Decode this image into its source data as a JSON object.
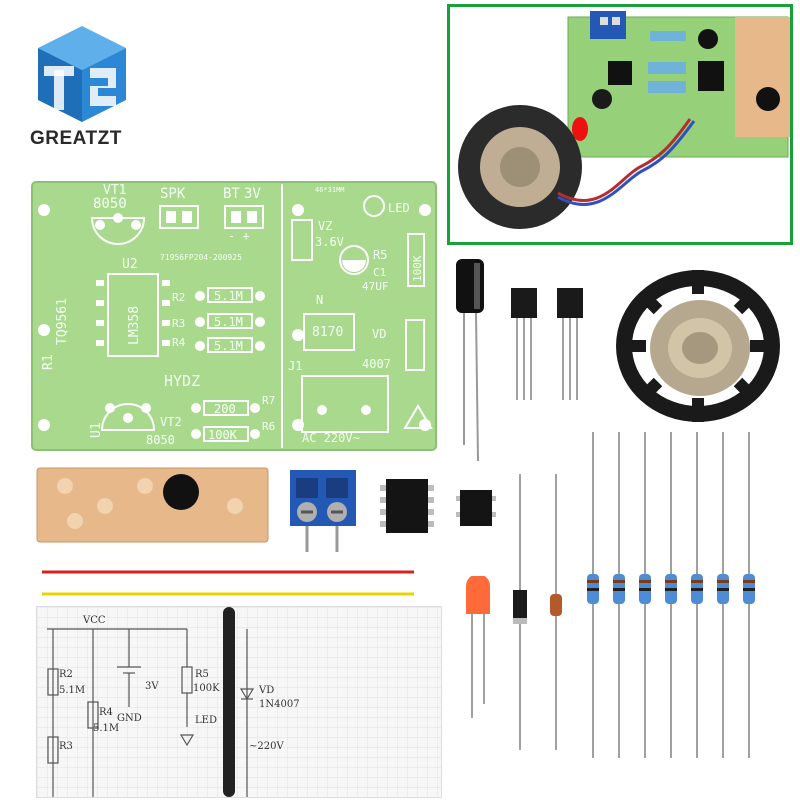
{
  "brand": {
    "logo_letters": "T2",
    "name": "GREATZT"
  },
  "pcb": {
    "board_text": "71956FP204-200925",
    "model": "TQ9561",
    "name": "HYDZ",
    "ic": "LM358",
    "labels": {
      "vt1": "VT1",
      "vt1_part": "8050",
      "vt2": "VT2",
      "vt2_part": "8050",
      "spk": "SPK",
      "bt": "BT",
      "bt_voltage": "3V",
      "u1": "U1",
      "u2": "U2",
      "r1": "R1",
      "r2": "R2",
      "r3": "R3",
      "r4": "R4",
      "r5": "R5",
      "r6": "R6",
      "r7": "R7",
      "r2_val": "5.1M",
      "r3_val": "5.1M",
      "r4_val": "5.1M",
      "r5_val": "100K",
      "r6_val": "100K",
      "r7_val": "200",
      "vz": "VZ",
      "vz_val": "3.6V",
      "c1": "C1",
      "c1_val": "47UF",
      "n": "N",
      "n_val": "8170",
      "vd": "VD",
      "vd_val": "4007",
      "j1": "J1",
      "led": "LED",
      "ac": "AC 220V~",
      "size": "46*31MM"
    }
  },
  "schematic": {
    "vcc": "VCC",
    "r2": "R2",
    "r2_val": "5.1M",
    "r3": "R3",
    "r4": "R4",
    "r4_val": "5.1M",
    "bat": "3V",
    "gnd": "GND",
    "r5": "R5",
    "r5_val": "100K",
    "led": "LED",
    "vd": "VD",
    "vd_val": "1N4007",
    "ac": "~220V"
  },
  "colors": {
    "pcb_green": "#a9d98c",
    "pcb_outline": "#ffffff",
    "logo_blue": "#1e6fb8",
    "terminal_blue": "#2358b4",
    "inset_border": "#19a038",
    "red_wire": "#d92020",
    "yellow_wire": "#e8d400"
  }
}
